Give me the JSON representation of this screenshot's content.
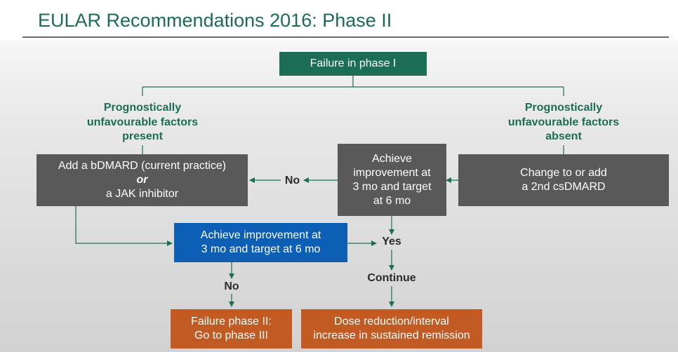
{
  "title": "EULAR Recommendations 2016: Phase II",
  "colors": {
    "title": "#1d6b56",
    "green_box": "#1b6e55",
    "gray_box": "#595959",
    "blue_box": "#0d5fb5",
    "orange_box": "#c15a23",
    "connector": "#1b6e55"
  },
  "nodes": {
    "failure_phase1": "Failure in phase I",
    "factors_present": [
      "Prognostically",
      "unfavourable factors",
      "present"
    ],
    "factors_absent": [
      "Prognostically",
      "unfavourable factors",
      "absent"
    ],
    "add_bdmard": {
      "line1": "Add a bDMARD (current practice)",
      "or": "or",
      "line3": "a JAK inhibitor"
    },
    "achieve_top": [
      "Achieve",
      "improvement at",
      "3 mo and target",
      "at 6 mo"
    ],
    "change_csdmard": [
      "Change to or add",
      "a 2nd csDMARD"
    ],
    "achieve_mid": [
      "Achieve improvement at",
      "3 mo and target at 6 mo"
    ],
    "failure_phase2": [
      "Failure phase II:",
      "Go to phase III"
    ],
    "dose_reduction": [
      "Dose reduction/interval",
      "increase in sustained remission"
    ]
  },
  "labels": {
    "no_top": "No",
    "yes": "Yes",
    "no_bottom": "No",
    "continue": "Continue"
  }
}
